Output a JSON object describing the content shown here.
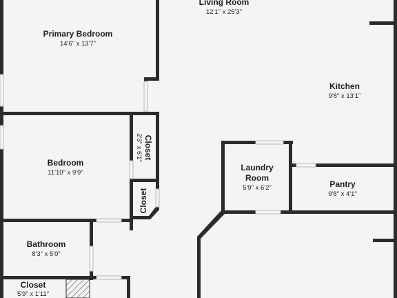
{
  "rooms": {
    "living_room": {
      "name": "Living Room",
      "dimensions": "12'1\" x 25'3\""
    },
    "primary_bedroom": {
      "name": "Primary Bedroom",
      "dimensions": "14'6\" x 13'7\""
    },
    "kitchen": {
      "name": "Kitchen",
      "dimensions": "9'8\" x 13'1\""
    },
    "closet_upper": {
      "name": "Closet",
      "dimensions": "2'3\" x 6'1\""
    },
    "bedroom": {
      "name": "Bedroom",
      "dimensions": "11'10\" x 9'9\""
    },
    "laundry_room": {
      "name_line1": "Laundry",
      "name_line2": "Room",
      "dimensions": "5'9\" x 6'2\""
    },
    "pantry": {
      "name": "Pantry",
      "dimensions": "9'8\" x 4'1\""
    },
    "closet_lower": {
      "name": "Closet"
    },
    "bathroom": {
      "name": "Bathroom",
      "dimensions": "8'3\" x 5'0\""
    },
    "closet_bottom": {
      "name": "Closet",
      "dimensions": "5'9\" x 1'11\""
    }
  },
  "colors": {
    "wall": "#2b2b2b",
    "floor": "#f4f4f4",
    "hatch": "#7a7a7a"
  }
}
